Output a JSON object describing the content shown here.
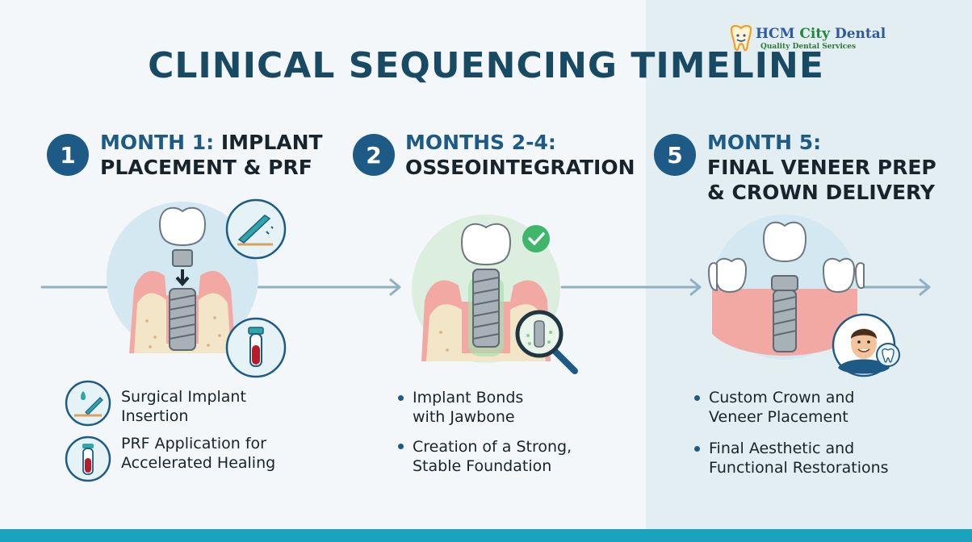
{
  "logo": {
    "brand_name_a": "HCM",
    "brand_name_b": " City ",
    "brand_name_c": "Dental",
    "tagline": "Quality Dental Services"
  },
  "title": "CLINICAL SEQUENCING TIMELINE",
  "steps": [
    {
      "number": "1",
      "title_accent": "MONTH 1:",
      "title_rest_line1": " IMPLANT",
      "title_line2": "PLACEMENT & PRF",
      "items": [
        {
          "line1": "Surgical Implant",
          "line2": "Insertion"
        },
        {
          "line1": "PRF Application for",
          "line2": "Accelerated Healing"
        }
      ]
    },
    {
      "number": "2",
      "title_accent": "MONTHS 2-4:",
      "title_line2": "OSSEOINTEGRATION",
      "items": [
        {
          "line1": "Implant Bonds",
          "line2": "with Jawbone"
        },
        {
          "line1": "Creation of a Strong,",
          "line2": "Stable Foundation"
        }
      ]
    },
    {
      "number": "5",
      "title_accent": "MONTH 5:",
      "title_line2": "FINAL VENEER PREP",
      "title_line3": "& CROWN DELIVERY",
      "items": [
        {
          "line1": "Custom Crown and",
          "line2": "Veneer Placement"
        },
        {
          "line1": "Final Aesthetic and",
          "line2": "Functional Restorations"
        }
      ]
    }
  ],
  "colors": {
    "accent": "#1d5b86",
    "title": "#184a63",
    "gum": "#f2a9a4",
    "bone": "#f3e6c8",
    "success": "#3fb66b",
    "bottom_bar": "#1aa3bf"
  },
  "icons": [
    "tooth-logo-icon",
    "scalpel-icon",
    "blood-tube-icon",
    "check-icon",
    "magnifier-icon",
    "patient-avatar-icon",
    "tooth-badge-icon"
  ]
}
